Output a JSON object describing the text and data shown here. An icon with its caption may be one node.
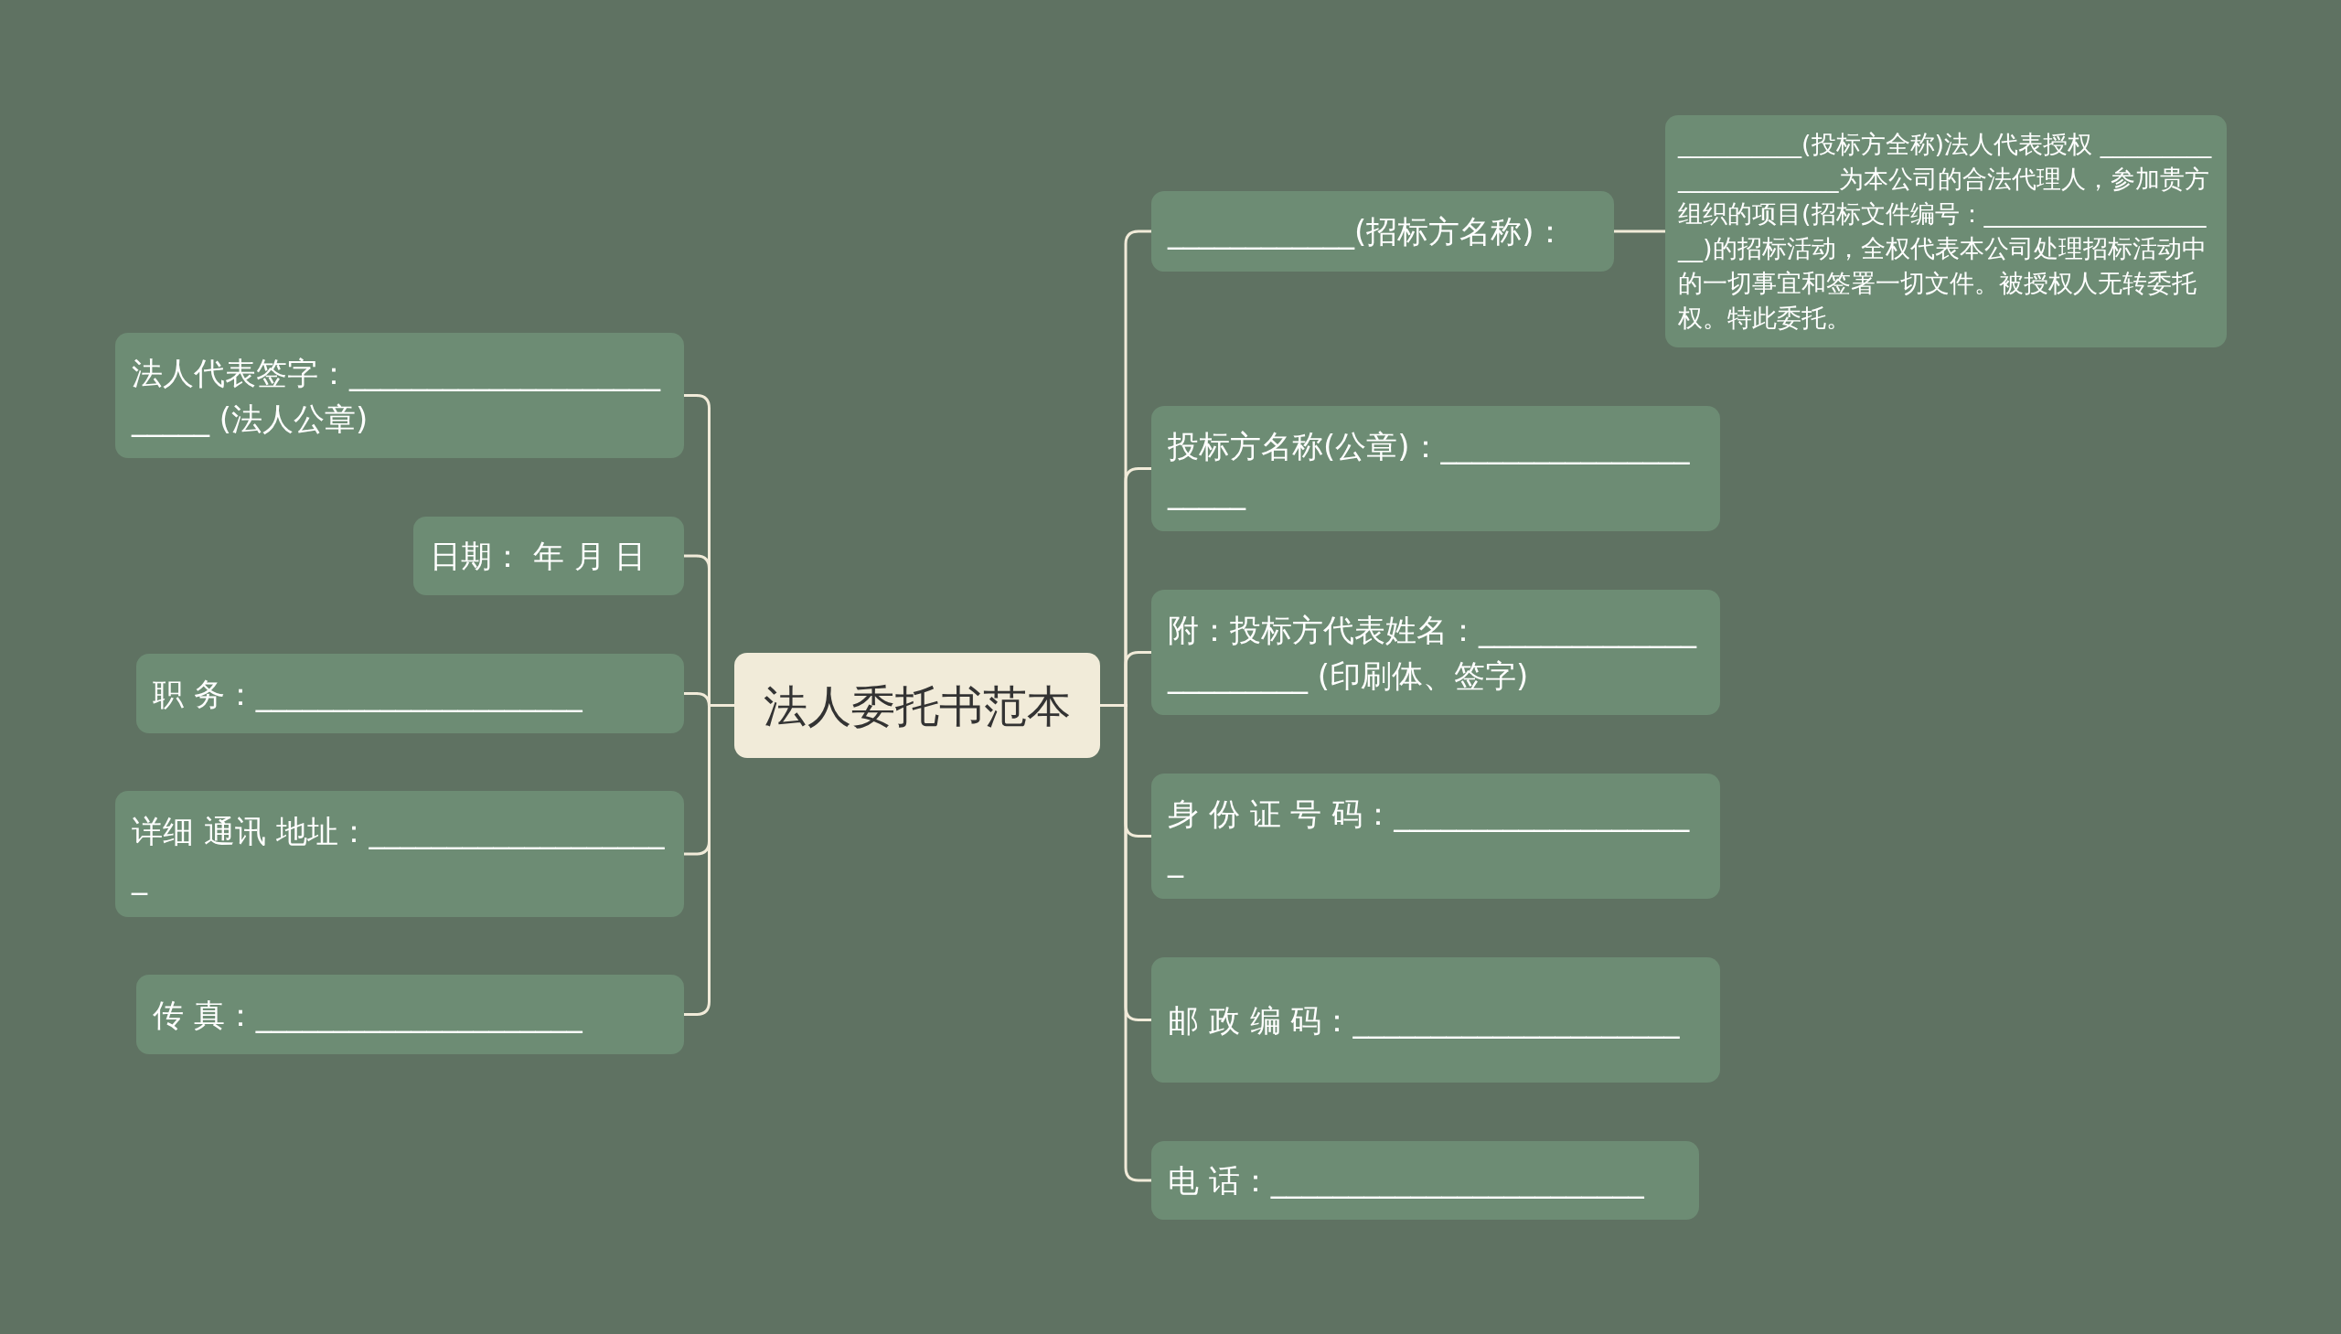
{
  "diagram": {
    "nodes": [
      {
        "text": [
          "法人委托书范本"
        ]
      },
      {
        "text": [
          "法人代表签字：_________________________ (法人公章)"
        ]
      },
      {
        "text": [
          "日期： 年 月 日"
        ]
      },
      {
        "text": [
          "职 务：_____________________"
        ]
      },
      {
        "text": [
          "详细 通讯 地址：____________________"
        ]
      },
      {
        "text": [
          "传 真：_____________________"
        ]
      },
      {
        "text": [
          "____________(招标方名称)："
        ]
      },
      {
        "text": [
          "__________(投标方全称)法人代表授权 ______________________为本公司的合法代理人，参加贵方组织的项目(招标文件编号：____________________)的招标活动，全权代表本公司处理招标活动中的一切事宜和签署一切文件。被授权人无转委托权。特此委托。"
        ]
      },
      {
        "text": [
          "投标方名称(公章)：_____________________"
        ]
      },
      {
        "text": [
          "附：投标方代表姓名：_______________________ (印刷体、签字)"
        ]
      },
      {
        "text": [
          "身 份 证 号 码：____________________"
        ]
      },
      {
        "text": [
          "邮 政 编 码：_____________________"
        ]
      },
      {
        "text": [
          "电 话：________________________"
        ]
      }
    ],
    "edges": [
      {
        "from": 0,
        "to": 1,
        "arrow": "none"
      },
      {
        "from": 0,
        "to": 2,
        "arrow": "none"
      },
      {
        "from": 0,
        "to": 3,
        "arrow": "none"
      },
      {
        "from": 0,
        "to": 4,
        "arrow": "none"
      },
      {
        "from": 0,
        "to": 5,
        "arrow": "none"
      },
      {
        "from": 0,
        "to": 6,
        "arrow": "none"
      },
      {
        "from": 6,
        "to": 7,
        "arrow": "none"
      },
      {
        "from": 0,
        "to": 8,
        "arrow": "none"
      },
      {
        "from": 0,
        "to": 9,
        "arrow": "none"
      },
      {
        "from": 0,
        "to": 10,
        "arrow": "none"
      },
      {
        "from": 0,
        "to": 11,
        "arrow": "none"
      },
      {
        "from": 0,
        "to": 12,
        "arrow": "none"
      }
    ]
  }
}
